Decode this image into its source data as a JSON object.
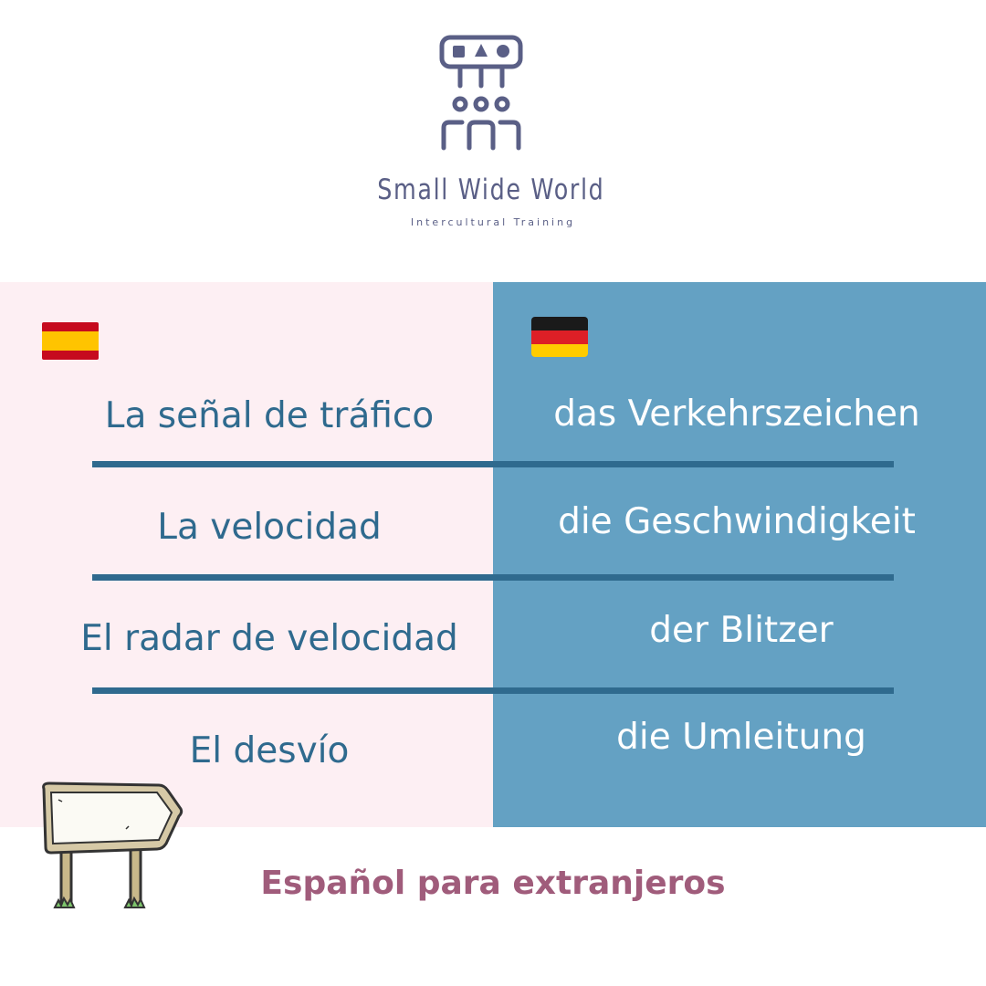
{
  "brand": {
    "name": "Small Wide World",
    "tagline": "Intercultural Training",
    "logo_icon": "people-network-icon",
    "color": "#5a5f86"
  },
  "columns": {
    "left": {
      "language_flag": "spain-flag-icon",
      "background": "#fdeff3",
      "text_color": "#2f6a8e"
    },
    "right": {
      "language_flag": "germany-flag-icon",
      "background": "#64a1c3",
      "text_color": "#ffffff"
    }
  },
  "vocabulary": [
    {
      "es": "La señal de tráfico",
      "de": "das Verkehrszeichen"
    },
    {
      "es": "La velocidad",
      "de": "die Geschwindigkeit"
    },
    {
      "es": "El radar de velocidad",
      "de": "der Blitzer"
    },
    {
      "es": "El desvío",
      "de": "die Umleitung"
    }
  ],
  "footer": {
    "title": "Español para extranjeros",
    "color": "#a05c7b",
    "illustration": "road-sign-illustration"
  }
}
